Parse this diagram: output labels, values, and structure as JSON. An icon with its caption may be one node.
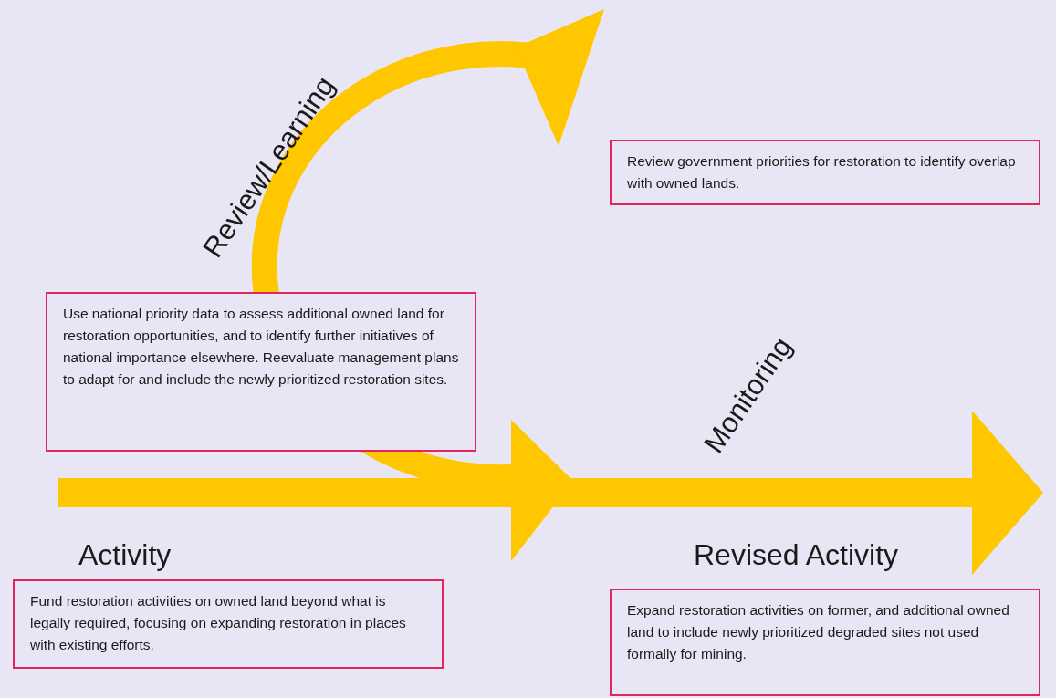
{
  "diagram": {
    "nodes": [
      {
        "text": [
          "Review government priorities for restoration to identify overlap with owned lands."
        ]
      },
      {
        "text": [
          "Use national priority data to assess additional owned land for restoration opportunities, and to identify further initiatives of national importance elsewhere. Reevaluate management plans to adapt for and include the newly prioritized restoration sites."
        ]
      },
      {
        "text": [
          "Fund restoration activities on owned land beyond what is legally required, focusing on expanding restoration in places with existing efforts."
        ]
      },
      {
        "text": [
          "Expand restoration activities on former, and additional owned land to include newly prioritized degraded sites not used formally for mining."
        ]
      }
    ],
    "labels": [
      "Review/Learning",
      "Monitoring",
      "Activity",
      "Revised Activity"
    ]
  }
}
